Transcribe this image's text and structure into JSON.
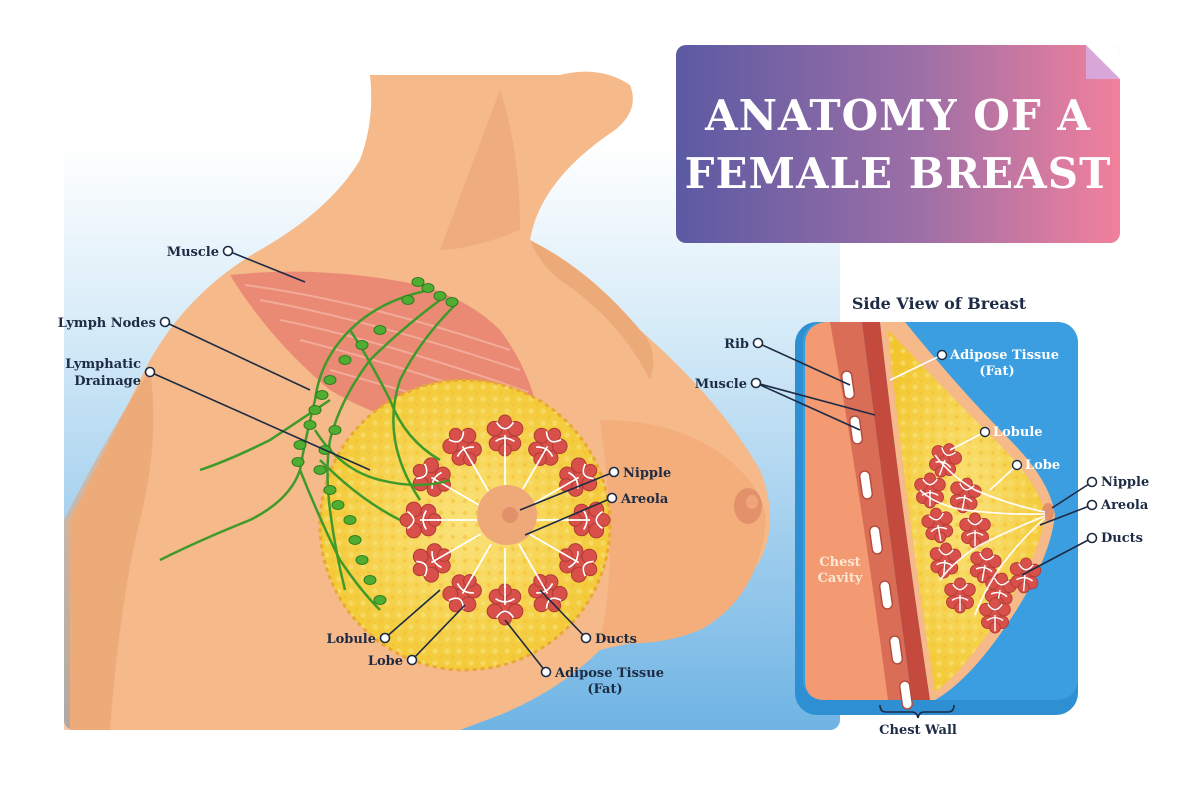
{
  "title": {
    "line1": "ANATOMY OF A",
    "line2": "FEMALE BREAST"
  },
  "front_view": {
    "labels": {
      "muscle": "Muscle",
      "lymph_nodes": "Lymph Nodes",
      "lymphatic_1": "Lymphatic",
      "lymphatic_2": "Drainage",
      "nipple": "Nipple",
      "areola": "Areola",
      "lobule": "Lobule",
      "lobe": "Lobe",
      "ducts": "Ducts",
      "adipose_1": "Adipose Tissue",
      "adipose_2": "(Fat)"
    }
  },
  "side_view": {
    "heading": "Side View of Breast",
    "labels": {
      "rib": "Rib",
      "muscle": "Muscle",
      "adipose_1": "Adipose Tissue",
      "adipose_2": "(Fat)",
      "lobule": "Lobule",
      "lobe": "Lobe",
      "nipple": "Nipple",
      "areola": "Areola",
      "ducts": "Ducts",
      "chest_cavity_1": "Chest",
      "chest_cavity_2": "Cavity",
      "chest_wall": "Chest Wall"
    }
  },
  "colors": {
    "skin": "#f5b98a",
    "skin_shadow": "#e8a06e",
    "muscle": "#ea8a74",
    "fat": "#f7d43c",
    "lobule": "#d9504a",
    "lymph": "#3f9a2a",
    "panel_blue": "#2f8fd3",
    "title_start": "#5b5aa3",
    "title_end": "#f2809c"
  }
}
